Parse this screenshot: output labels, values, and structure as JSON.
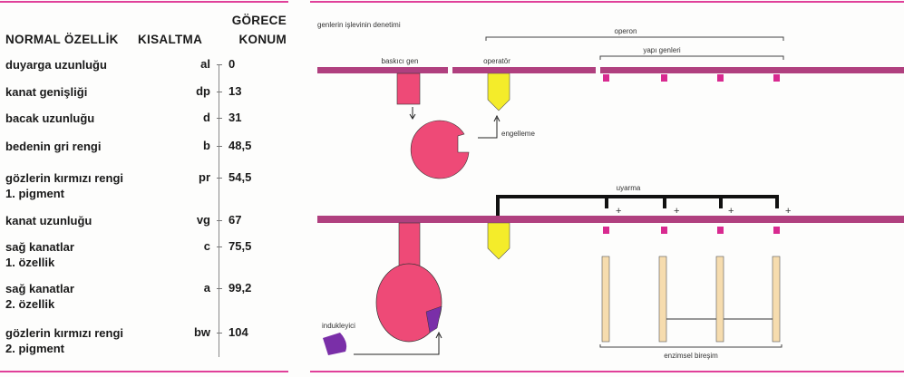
{
  "table": {
    "headers": {
      "feature": "NORMAL ÖZELLİK",
      "abbr": "KISALTMA",
      "pos_line1": "GÖRECE",
      "pos_line2": "KONUM"
    },
    "rows": [
      {
        "name1": "duyarga uzunluğu",
        "name2": "",
        "abbr": "al",
        "pos": "0"
      },
      {
        "name1": "kanat genişliği",
        "name2": "",
        "abbr": "dp",
        "pos": "13"
      },
      {
        "name1": "bacak uzunluğu",
        "name2": "",
        "abbr": "d",
        "pos": "31"
      },
      {
        "name1": "bedenin gri rengi",
        "name2": "",
        "abbr": "b",
        "pos": "48,5"
      },
      {
        "name1": "gözlerin kırmızı rengi",
        "name2": "1. pigment",
        "abbr": "pr",
        "pos": "54,5"
      },
      {
        "name1": "kanat uzunluğu",
        "name2": "",
        "abbr": "vg",
        "pos": "67"
      },
      {
        "name1": "sağ kanatlar",
        "name2": "1. özellik",
        "abbr": "c",
        "pos": "75,5"
      },
      {
        "name1": "sağ kanatlar",
        "name2": "2. özellik",
        "abbr": "a",
        "pos": "99,2"
      },
      {
        "name1": "gözlerin kırmızı rengi",
        "name2": "2. pigment",
        "abbr": "bw",
        "pos": "104"
      }
    ]
  },
  "diagram": {
    "title": "genlerin işlevinin denetimi",
    "operon": "operon",
    "structural_genes": "yapı genleri",
    "repressor_gene": "baskıcı gen",
    "operator": "operatör",
    "inhibition": "engelleme",
    "stimulation": "uyarma",
    "inducer": "indukleyici",
    "enzymatic_synthesis": "enzimsel bireşim",
    "plus": "+",
    "colors": {
      "accent": "#e0409a",
      "dna": "#b0407f",
      "repressor": "#ee4a77",
      "operator": "#f4ec2a",
      "inducer": "#7a2fa8",
      "enzyme": "#f6dcae"
    }
  }
}
